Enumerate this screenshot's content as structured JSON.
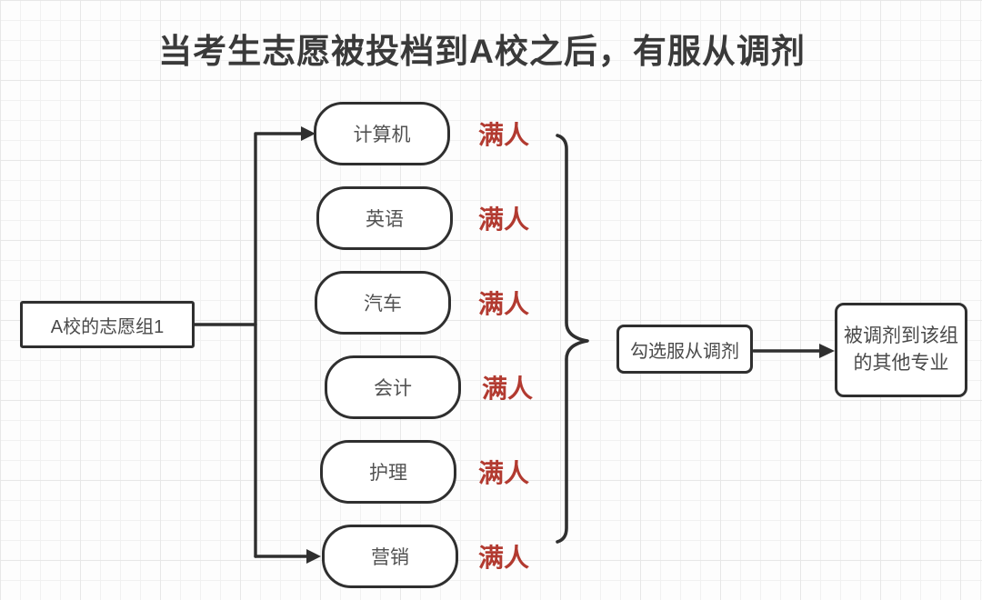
{
  "title": "当考生志愿被投档到A校之后，有服从调剂",
  "colors": {
    "stroke": "#2f2f2f",
    "status_red": "#b23a30",
    "box_fill": "#ffffff"
  },
  "source_group": {
    "label": "A校的志愿组1"
  },
  "majors": [
    {
      "name": "计算机",
      "status": "满人"
    },
    {
      "name": "英语",
      "status": "满人"
    },
    {
      "name": "汽车",
      "status": "满人"
    },
    {
      "name": "会计",
      "status": "满人"
    },
    {
      "name": "护理",
      "status": "满人"
    },
    {
      "name": "营销",
      "status": "满人"
    }
  ],
  "action_box": {
    "label": "勾选服从调剂"
  },
  "result_box": {
    "line1": "被调剂到该组",
    "line2": "的其他专业"
  }
}
